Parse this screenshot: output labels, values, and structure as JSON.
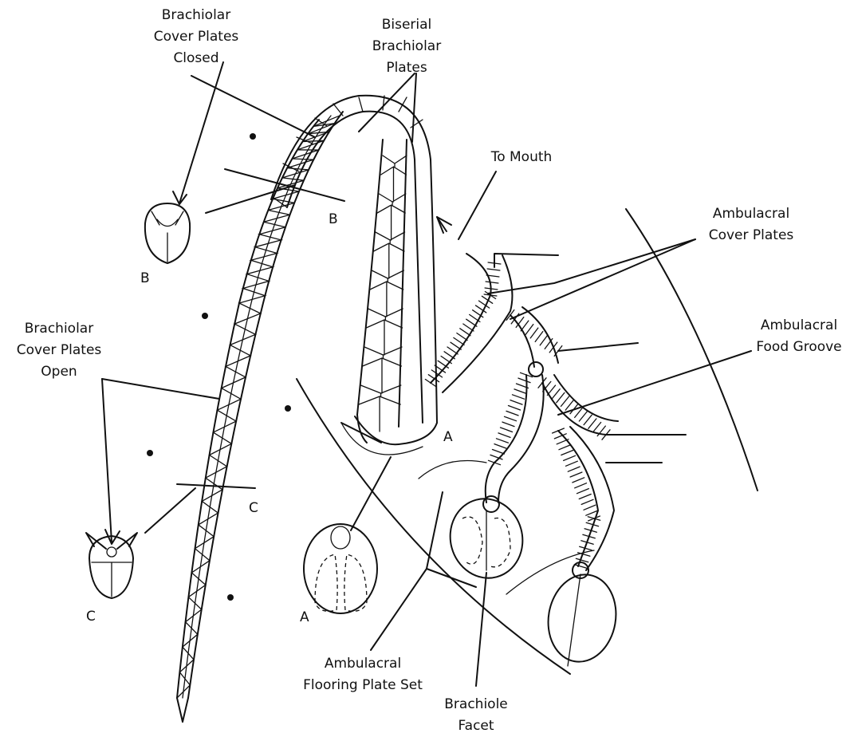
{
  "figure": {
    "labels": {
      "brachiolar_cover_closed": [
        "Brachiolar",
        "Cover Plates",
        "Closed"
      ],
      "biserial_brachiolar": [
        "Biserial",
        "Brachiolar",
        "Plates"
      ],
      "to_mouth": "To Mouth",
      "ambulacral_cover": [
        "Ambulacral",
        "Cover Plates"
      ],
      "ambulacral_food_groove": [
        "Ambulacral",
        "Food Groove"
      ],
      "brachiolar_cover_open": [
        "Brachiolar",
        "Cover Plates",
        "Open"
      ],
      "ambulacral_flooring": [
        "Ambulacral",
        "Flooring Plate Set"
      ],
      "brachiole_facet": [
        "Brachiole",
        "Facet"
      ]
    },
    "section_letters": {
      "B_cut": "B",
      "B_section": "B",
      "C_cut": "C",
      "C_section": "C",
      "A_cut": "A",
      "A_section": "A"
    }
  }
}
